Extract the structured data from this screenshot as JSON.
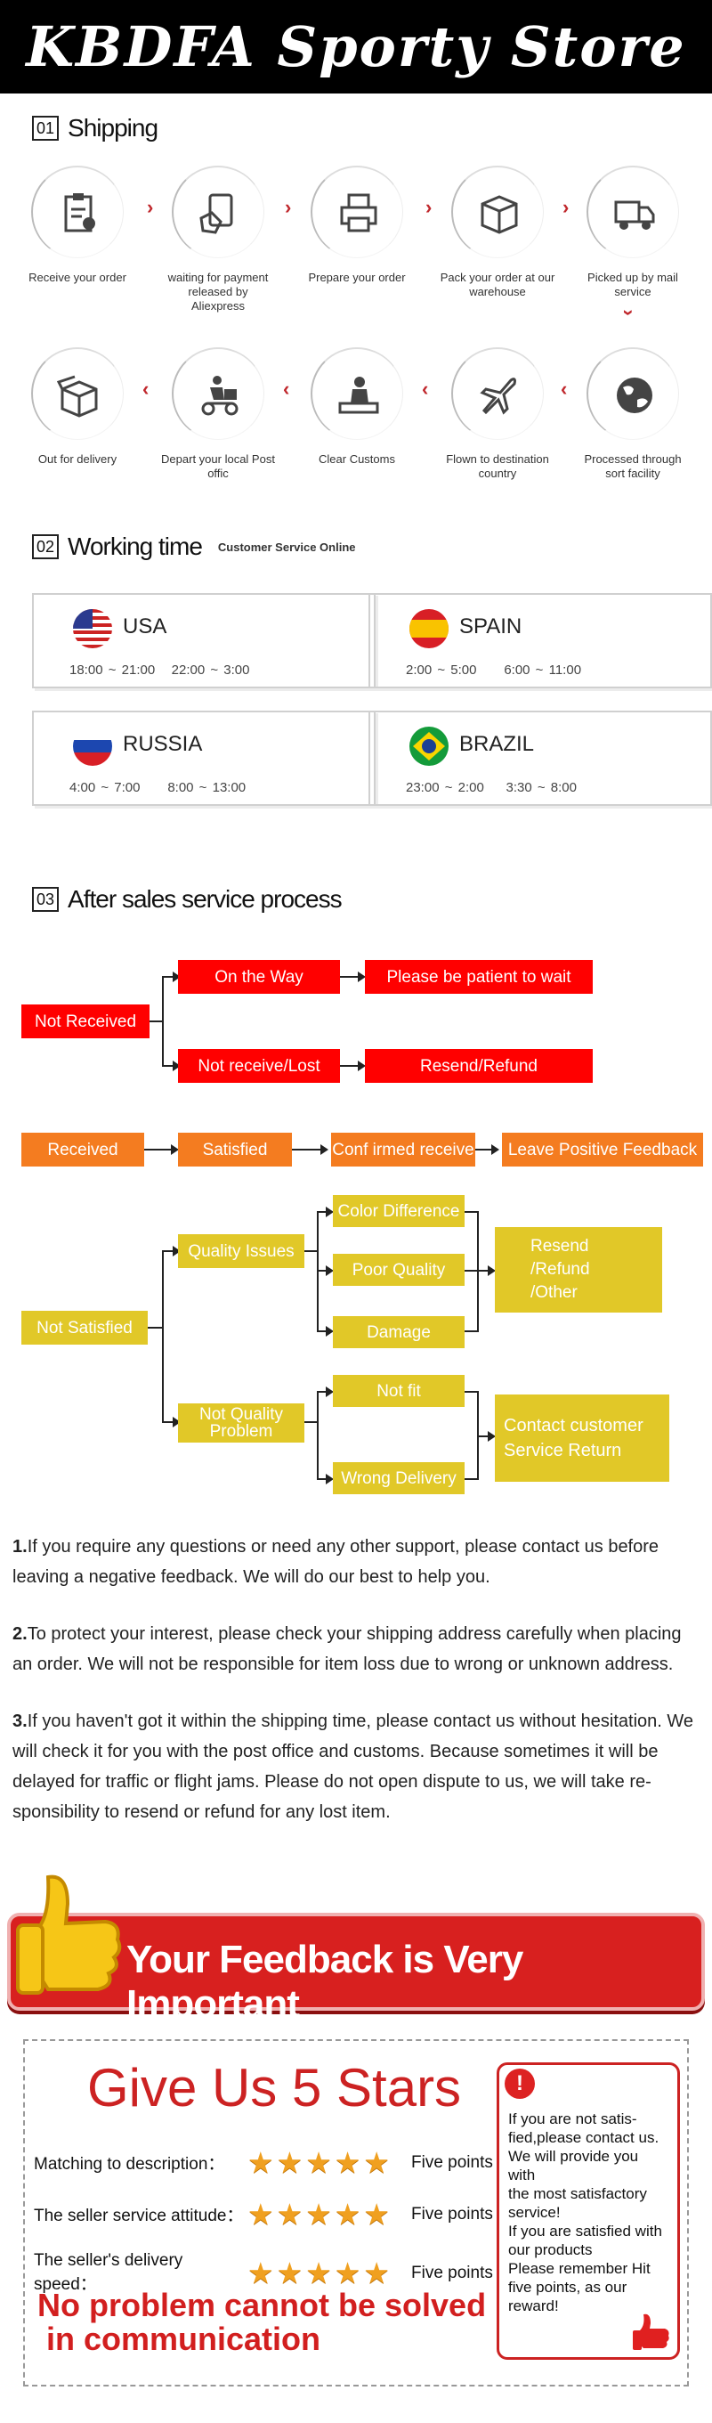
{
  "header": {
    "title": "KBDFA  Sporty Store"
  },
  "shipping": {
    "num": "01",
    "title": "Shipping",
    "steps_row1": [
      "Receive your order",
      "waiting for payment released by Aliexpress",
      "Prepare your order",
      "Pack your order at our warehouse",
      "Picked up by mail service"
    ],
    "steps_row2": [
      "Out  for delivery",
      "Depart your local Post offic",
      "Clear Customs",
      "Flown to destination country",
      "Processed through sort facility"
    ]
  },
  "working": {
    "num": "02",
    "title": "Working time",
    "subtitle": "Customer Service Online",
    "countries": [
      {
        "name": "USA",
        "times": "18:00 ~ 21:00   22:00 ~ 3:00"
      },
      {
        "name": "SPAIN",
        "times": "2:00 ~ 5:00     6:00 ~ 11:00"
      },
      {
        "name": "RUSSIA",
        "times": "4:00 ~ 7:00     8:00 ~ 13:00"
      },
      {
        "name": "BRAZIL",
        "times": "23:00 ~ 2:00    3:30 ~ 8:00"
      }
    ]
  },
  "aftersales": {
    "num": "03",
    "title": "After sales service process",
    "not_received": "Not Received",
    "on_the_way": "On the Way",
    "patient": "Please be patient to wait",
    "not_receive_lost": "Not receive/Lost",
    "resend_refund": "Resend/Refund",
    "received": "Received",
    "satisfied": "Satisfied",
    "confirmed": "Conf irmed receive",
    "leave_feedback": "Leave Positive Feedback",
    "not_satisfied": "Not Satisfied",
    "quality_issues": "Quality Issues",
    "color_difference": "Color Difference",
    "poor_quality": "Poor Quality",
    "damage": "Damage",
    "resend_other": [
      "Resend",
      "/Refund",
      "/Other"
    ],
    "not_quality_problem": [
      "Not Quality",
      "Problem"
    ],
    "not_fit": "Not fit",
    "wrong_delivery": "Wrong Delivery",
    "contact_return": [
      "Contact customer",
      "Service Return"
    ]
  },
  "notes": [
    {
      "num": "1.",
      "text": "If you require any questions or need any other support, please contact us before leaving a negative feedback. We will do our best to help you."
    },
    {
      "num": "2.",
      "text": "To protect your interest, please check your shipping address carefully when placing an order. We will not be responsible for item loss due to wrong or unknown address."
    },
    {
      "num": "3.",
      "text": "If you haven't got it within the shipping time, please contact us without hesitation. We will check it for you with the post office and customs. Because sometimes it will be delayed for traffic or flight jams. Please do not open dispute to us, we will take re-sponsibility to resend or refund for any lost item."
    }
  ],
  "feedback": {
    "banner": "Your Feedback is Very Important"
  },
  "stars": {
    "title": "Give Us 5 Stars",
    "rows": [
      {
        "label": "Matching to description：",
        "points": "Five points",
        "rating": 5
      },
      {
        "label": "The seller service attitude：",
        "points": "Five points",
        "rating": 5
      },
      {
        "label": "The seller's delivery speed：",
        "points": "Five points",
        "rating": 5
      }
    ],
    "slogan": [
      "No problem cannot be solved",
      " in communication"
    ],
    "side_alert": "!",
    "side_text": [
      "If you are not satis-",
      "fied,please contact us.",
      "We will provide you with",
      "the most satisfactory",
      "service!",
      "If you are satisfied with",
      "our products",
      "Please remember Hit",
      "five points, as our",
      "reward!"
    ]
  },
  "colors": {
    "red": "#ff0000",
    "orange": "#f47c20",
    "yellow": "#e1c828",
    "accent": "#c22222"
  }
}
